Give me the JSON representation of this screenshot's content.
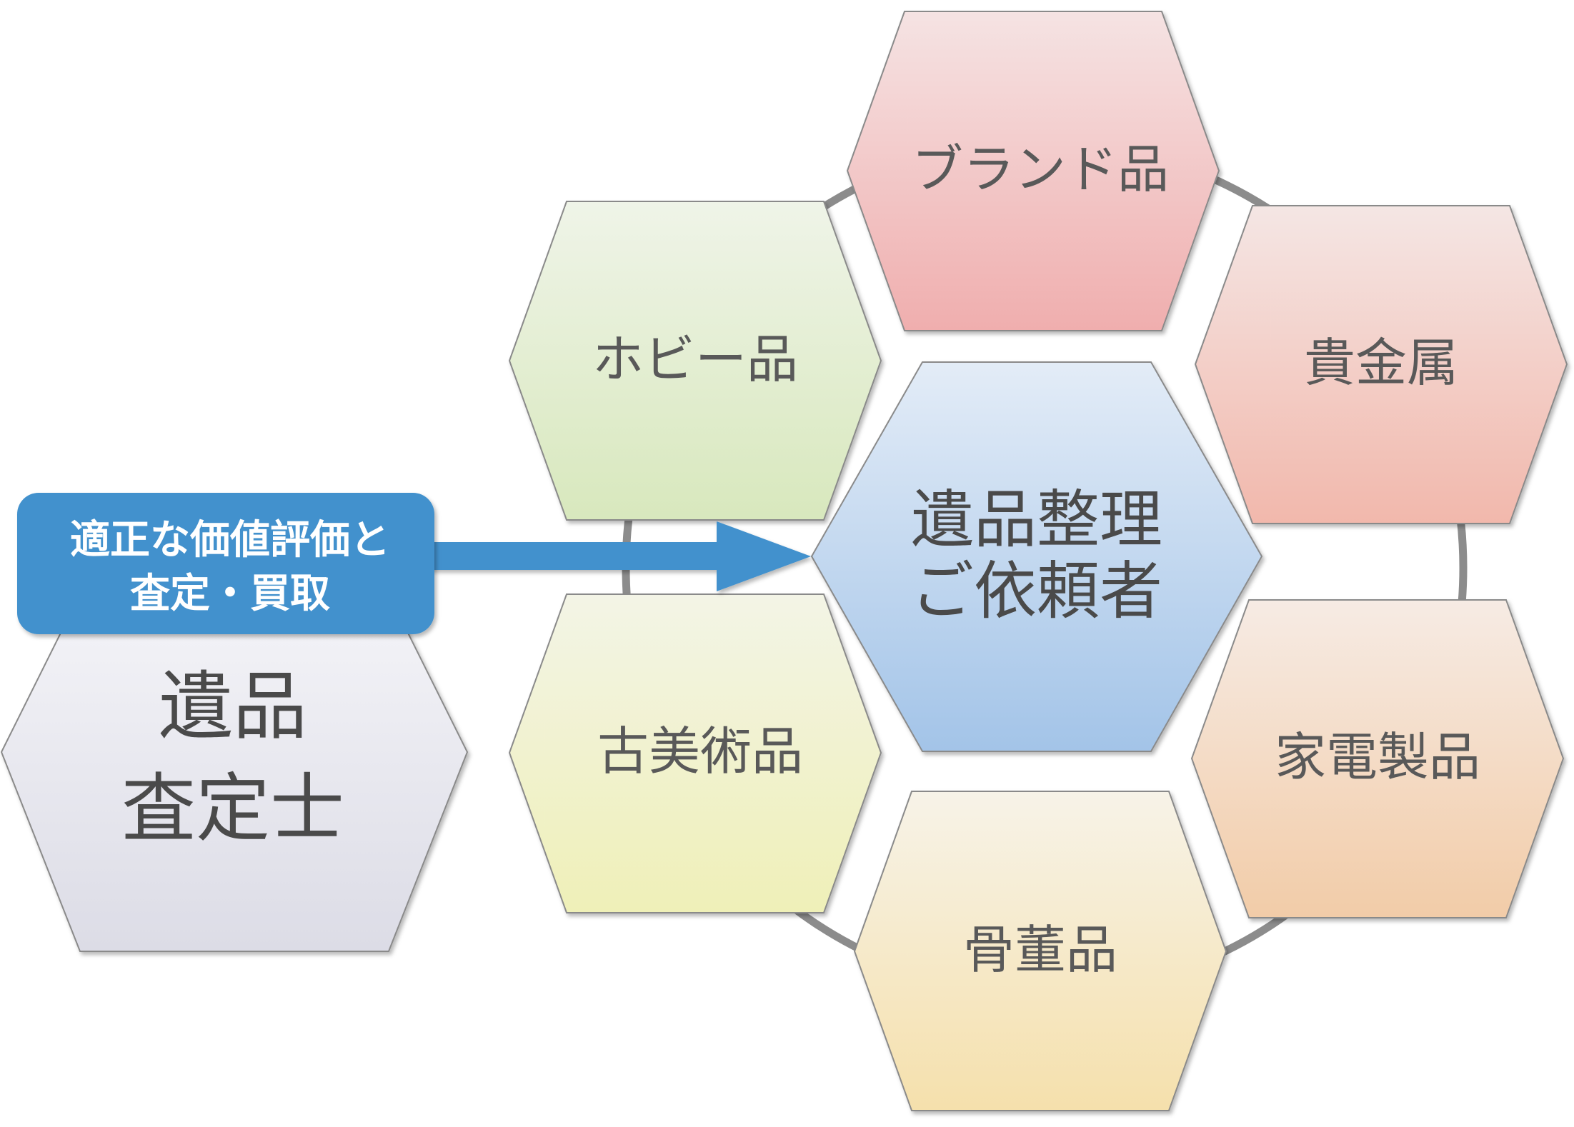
{
  "center": {
    "line1": "遺品整理",
    "line2": "ご依頼者"
  },
  "categories": [
    {
      "id": "brand",
      "label": "ブランド品"
    },
    {
      "id": "kikinzoku",
      "label": "貴金属"
    },
    {
      "id": "kaden",
      "label": "家電製品"
    },
    {
      "id": "kotto",
      "label": "骨董品"
    },
    {
      "id": "kobijutsu",
      "label": "古美術品"
    },
    {
      "id": "hobby",
      "label": "ホビー品"
    }
  ],
  "appraiser": {
    "line1": "遺品",
    "line2": "査定士"
  },
  "callout": {
    "line1": "適正な価値評価と",
    "line2": "査定・買取"
  },
  "colors": {
    "ring": "#8c8c8c",
    "arrow": "#4291cd",
    "callout_bg": "#4291cd",
    "hex_stroke": "#8a8a8a"
  }
}
